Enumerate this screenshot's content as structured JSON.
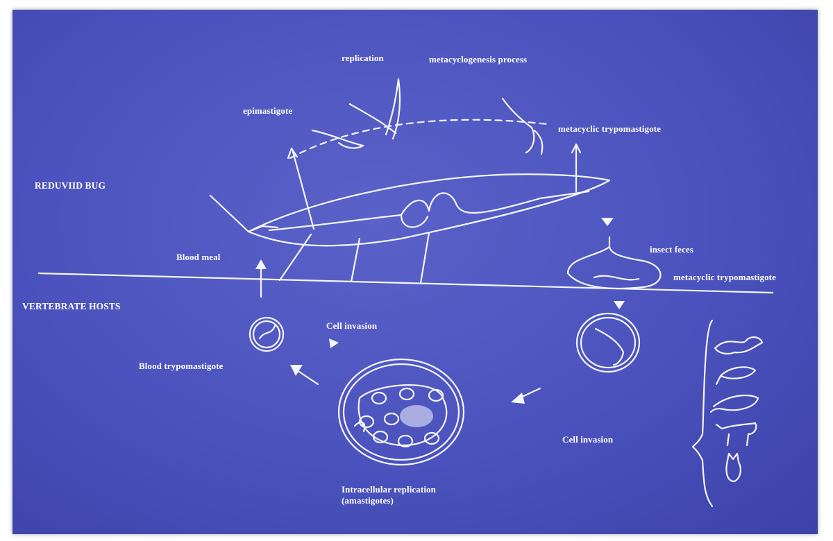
{
  "diagram": {
    "colors": {
      "background": "#4b52bd",
      "foreground": "#ffffff"
    },
    "regions": {
      "insect": "REDUVIID BUG",
      "host": "VERTEBRATE HOSTS"
    },
    "labels": {
      "replication": "replication",
      "metacyclogenesis": "metacyclogenesis process",
      "epimastigote": "epimastigote",
      "metacyclic_top": "metacyclic trypomastigote",
      "blood_meal": "Blood meal",
      "insect_feces": "insect feces",
      "metacyclic_feces": "metacyclic trypomastigote",
      "cell_invasion_left": "Cell invasion",
      "blood_trypomastigote": "Blood trypomastigote",
      "cell_invasion_right": "Cell invasion",
      "intracellular_line1": "Intracellular replication",
      "intracellular_line2": "(amastigotes)"
    },
    "icons": [
      "bug-body-icon",
      "parasite-icon",
      "feces-drop-icon",
      "infected-cell-icon",
      "bat-icon",
      "rodent-icon",
      "opossum-icon",
      "dog-icon",
      "cat-icon"
    ]
  }
}
